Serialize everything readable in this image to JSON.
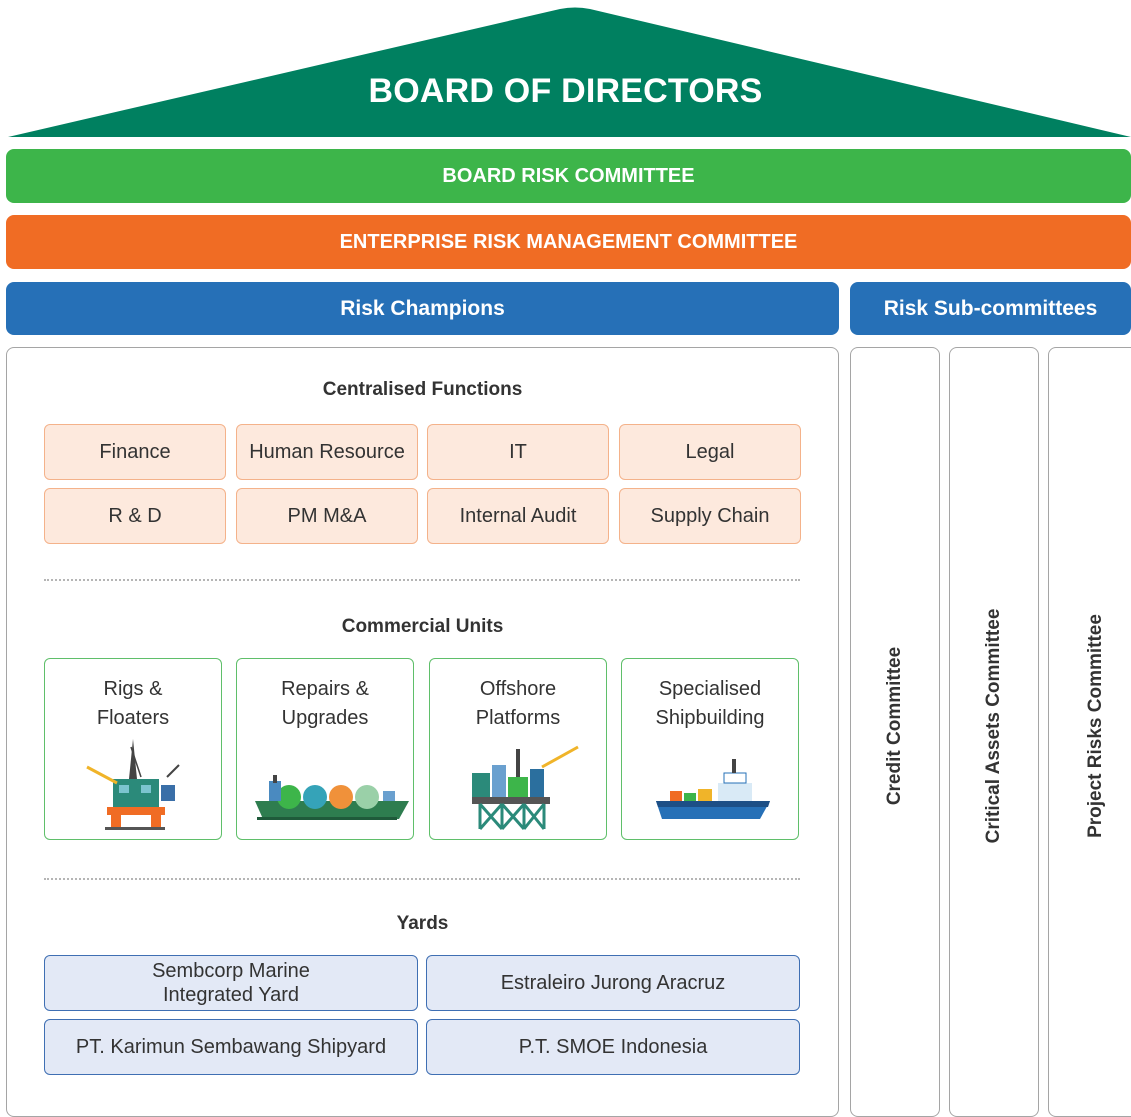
{
  "colors": {
    "board": "#008060",
    "board_risk": "#3db54a",
    "erm": "#f06c24",
    "risk_blue": "#2670b7",
    "function_fill": "#fde9dd",
    "yard_fill": "#e3e9f6",
    "unit_border": "#5fbf6a"
  },
  "board": {
    "title": "BOARD OF DIRECTORS"
  },
  "board_risk_committee": "BOARD RISK COMMITTEE",
  "erm_committee": "ENTERPRISE RISK MANAGEMENT COMMITTEE",
  "risk_champions": {
    "title": "Risk Champions",
    "centralised": {
      "title": "Centralised Functions",
      "items": [
        "Finance",
        "Human Resource",
        "IT",
        "Legal",
        "R & D",
        "PM M&A",
        "Internal Audit",
        "Supply Chain"
      ]
    },
    "commercial": {
      "title": "Commercial Units",
      "items": [
        {
          "label": "Rigs &\nFloaters",
          "icon": "oil-rig-icon"
        },
        {
          "label": "Repairs &\nUpgrades",
          "icon": "lng-carrier-icon"
        },
        {
          "label": "Offshore\nPlatforms",
          "icon": "offshore-platform-icon"
        },
        {
          "label": "Specialised\nShipbuilding",
          "icon": "specialised-vessel-icon"
        }
      ]
    },
    "yards": {
      "title": "Yards",
      "items": [
        "Sembcorp Marine\nIntegrated Yard",
        "Estraleiro Jurong Aracruz",
        "PT. Karimun Sembawang Shipyard",
        "P.T. SMOE Indonesia"
      ]
    }
  },
  "risk_subcommittees": {
    "title": "Risk Sub-committees",
    "items": [
      "Credit Committee",
      "Critical Assets Committee",
      "Project Risks Committee"
    ]
  }
}
